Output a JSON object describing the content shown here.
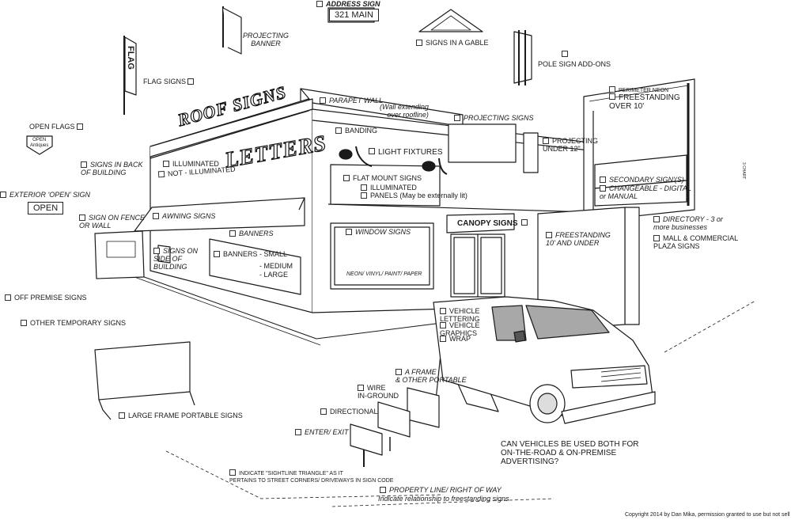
{
  "labels": {
    "address_sign": "ADDRESS SIGN",
    "address_number": "321 MAIN",
    "projecting_banner": "PROJECTING\nBANNER",
    "signs_in_gable": "SIGNS IN A GABLE",
    "flag_text": "FLAG",
    "flag_signs": "FLAG SIGNS",
    "pole_sign_addons": "POLE SIGN ADD-ONS",
    "perimeter_neon": "PERIMETER NEON",
    "freestanding_over": "FREESTANDING\nOVER 10'",
    "open_flags": "OPEN FLAGS",
    "open_antiques": "OPEN\nAntiques",
    "roof_signs": "ROOF SIGNS",
    "letters": "LETTERS",
    "parapet_wall": "PARAPET WALL",
    "parapet_note": "(Wall extending\nover roofline)",
    "projecting_signs": "PROJECTING SIGNS",
    "banding": "BANDING",
    "light_fixtures": "LIGHT FIXTURES",
    "projecting_under": "PROJECTING\nUNDER 12\"",
    "signs_in_back": "SIGNS IN BACK\nOF BUILDING",
    "illuminated_letters": "ILLUMINATED",
    "not_illuminated": "NOT - ILLUMINATED",
    "flat_mount": "FLAT MOUNT SIGNS",
    "flat_illuminated": "ILLUMINATED",
    "panels": "PANELS (May be externally lit)",
    "secondary_signs": "SECONDARY SIGN'(S)",
    "changeable": "CHANGEABLE - DIGITAL\nor MANUAL",
    "exterior_open": "EXTERIOR 'OPEN' SIGN",
    "open_sign": "OPEN",
    "sign_on_fence": "SIGN ON FENCE\nOR WALL",
    "awning_signs": "AWNING SIGNS",
    "canopy_signs": "CANOPY SIGNS",
    "directory": "DIRECTORY - 3 or\nmore businesses",
    "banners": "BANNERS",
    "window_signs": "WINDOW SIGNS",
    "freestanding_under": "FREESTANDING\n10' AND UNDER",
    "mall_plaza": "MALL & COMMERCIAL\nPLAZA SIGNS",
    "signs_on_side": "SIGNS ON\nSIDE OF\nBUILDING",
    "banners_small": "BANNERS - SMALL",
    "banners_medium": "- MEDIUM",
    "banners_large": "- LARGE",
    "neon_vinyl": "NEON/ VINYL/ PAINT/ PAPER",
    "off_premise": "OFF PREMISE SIGNS",
    "other_temporary": "OTHER TEMPORARY SIGNS",
    "vehicle_lettering": "VEHICLE\nLETTERING",
    "vehicle_graphics": "VEHICLE\nGRAPHICS",
    "wrap": "WRAP",
    "a_frame": "A FRAME\n& OTHER PORTABLE",
    "wire_inground": "WIRE\nIN-GROUND",
    "large_frame_portable": "LARGE FRAME PORTABLE SIGNS",
    "directional": "DIRECTIONAL",
    "enter_exit": "ENTER/ EXIT",
    "vehicles_question": "CAN VEHICLES BE USED BOTH FOR\nON-THE-ROAD & ON-PREMISE\nADVERTISING?",
    "sightline": "INDICATE \"SIGHTLINE TRIANGLE\" AS IT\nPERTAINS TO STREET CORNERS/ DRIVEWAYS IN SIGN CODE",
    "property_line": "PROPERTY LINE/ RIGHT OF WAY",
    "property_line_note": "Indicate relationship to freestanding signs",
    "side_tag": "3 CHART",
    "copyright": "Copyright 2014 by Dan Mika, permission granted to use but not sell"
  }
}
